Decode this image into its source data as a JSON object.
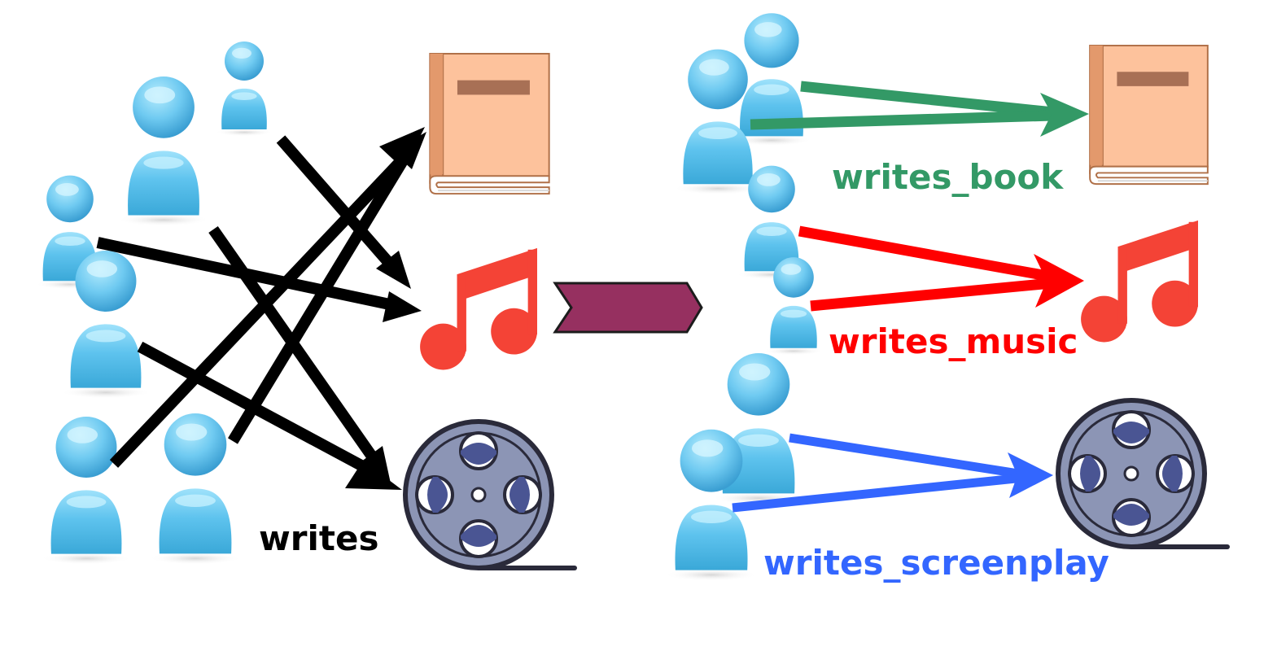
{
  "left_panel": {
    "relation_label": "writes",
    "icons": {
      "person": "person-icon",
      "book": "book-icon",
      "music": "music-note-icon",
      "film": "film-reel-icon"
    }
  },
  "transform_arrow": {
    "icon": "chevron-arrow-icon"
  },
  "right_panel": {
    "relations": [
      {
        "label": "writes_book",
        "color": "#339966",
        "icon": "book-icon"
      },
      {
        "label": "writes_music",
        "color": "#ff0000",
        "icon": "music-note-icon"
      },
      {
        "label": "writes_screenplay",
        "color": "#3366ff",
        "icon": "film-reel-icon"
      }
    ]
  },
  "colors": {
    "person_light": "#8fd8f7",
    "person_dark": "#3aa6d6",
    "book_cover": "#fdc29c",
    "book_spine": "#e3996c",
    "music": "#f44336",
    "film": "#8c95b5",
    "film_hole": "#4a5593",
    "chevron": "#963060"
  }
}
